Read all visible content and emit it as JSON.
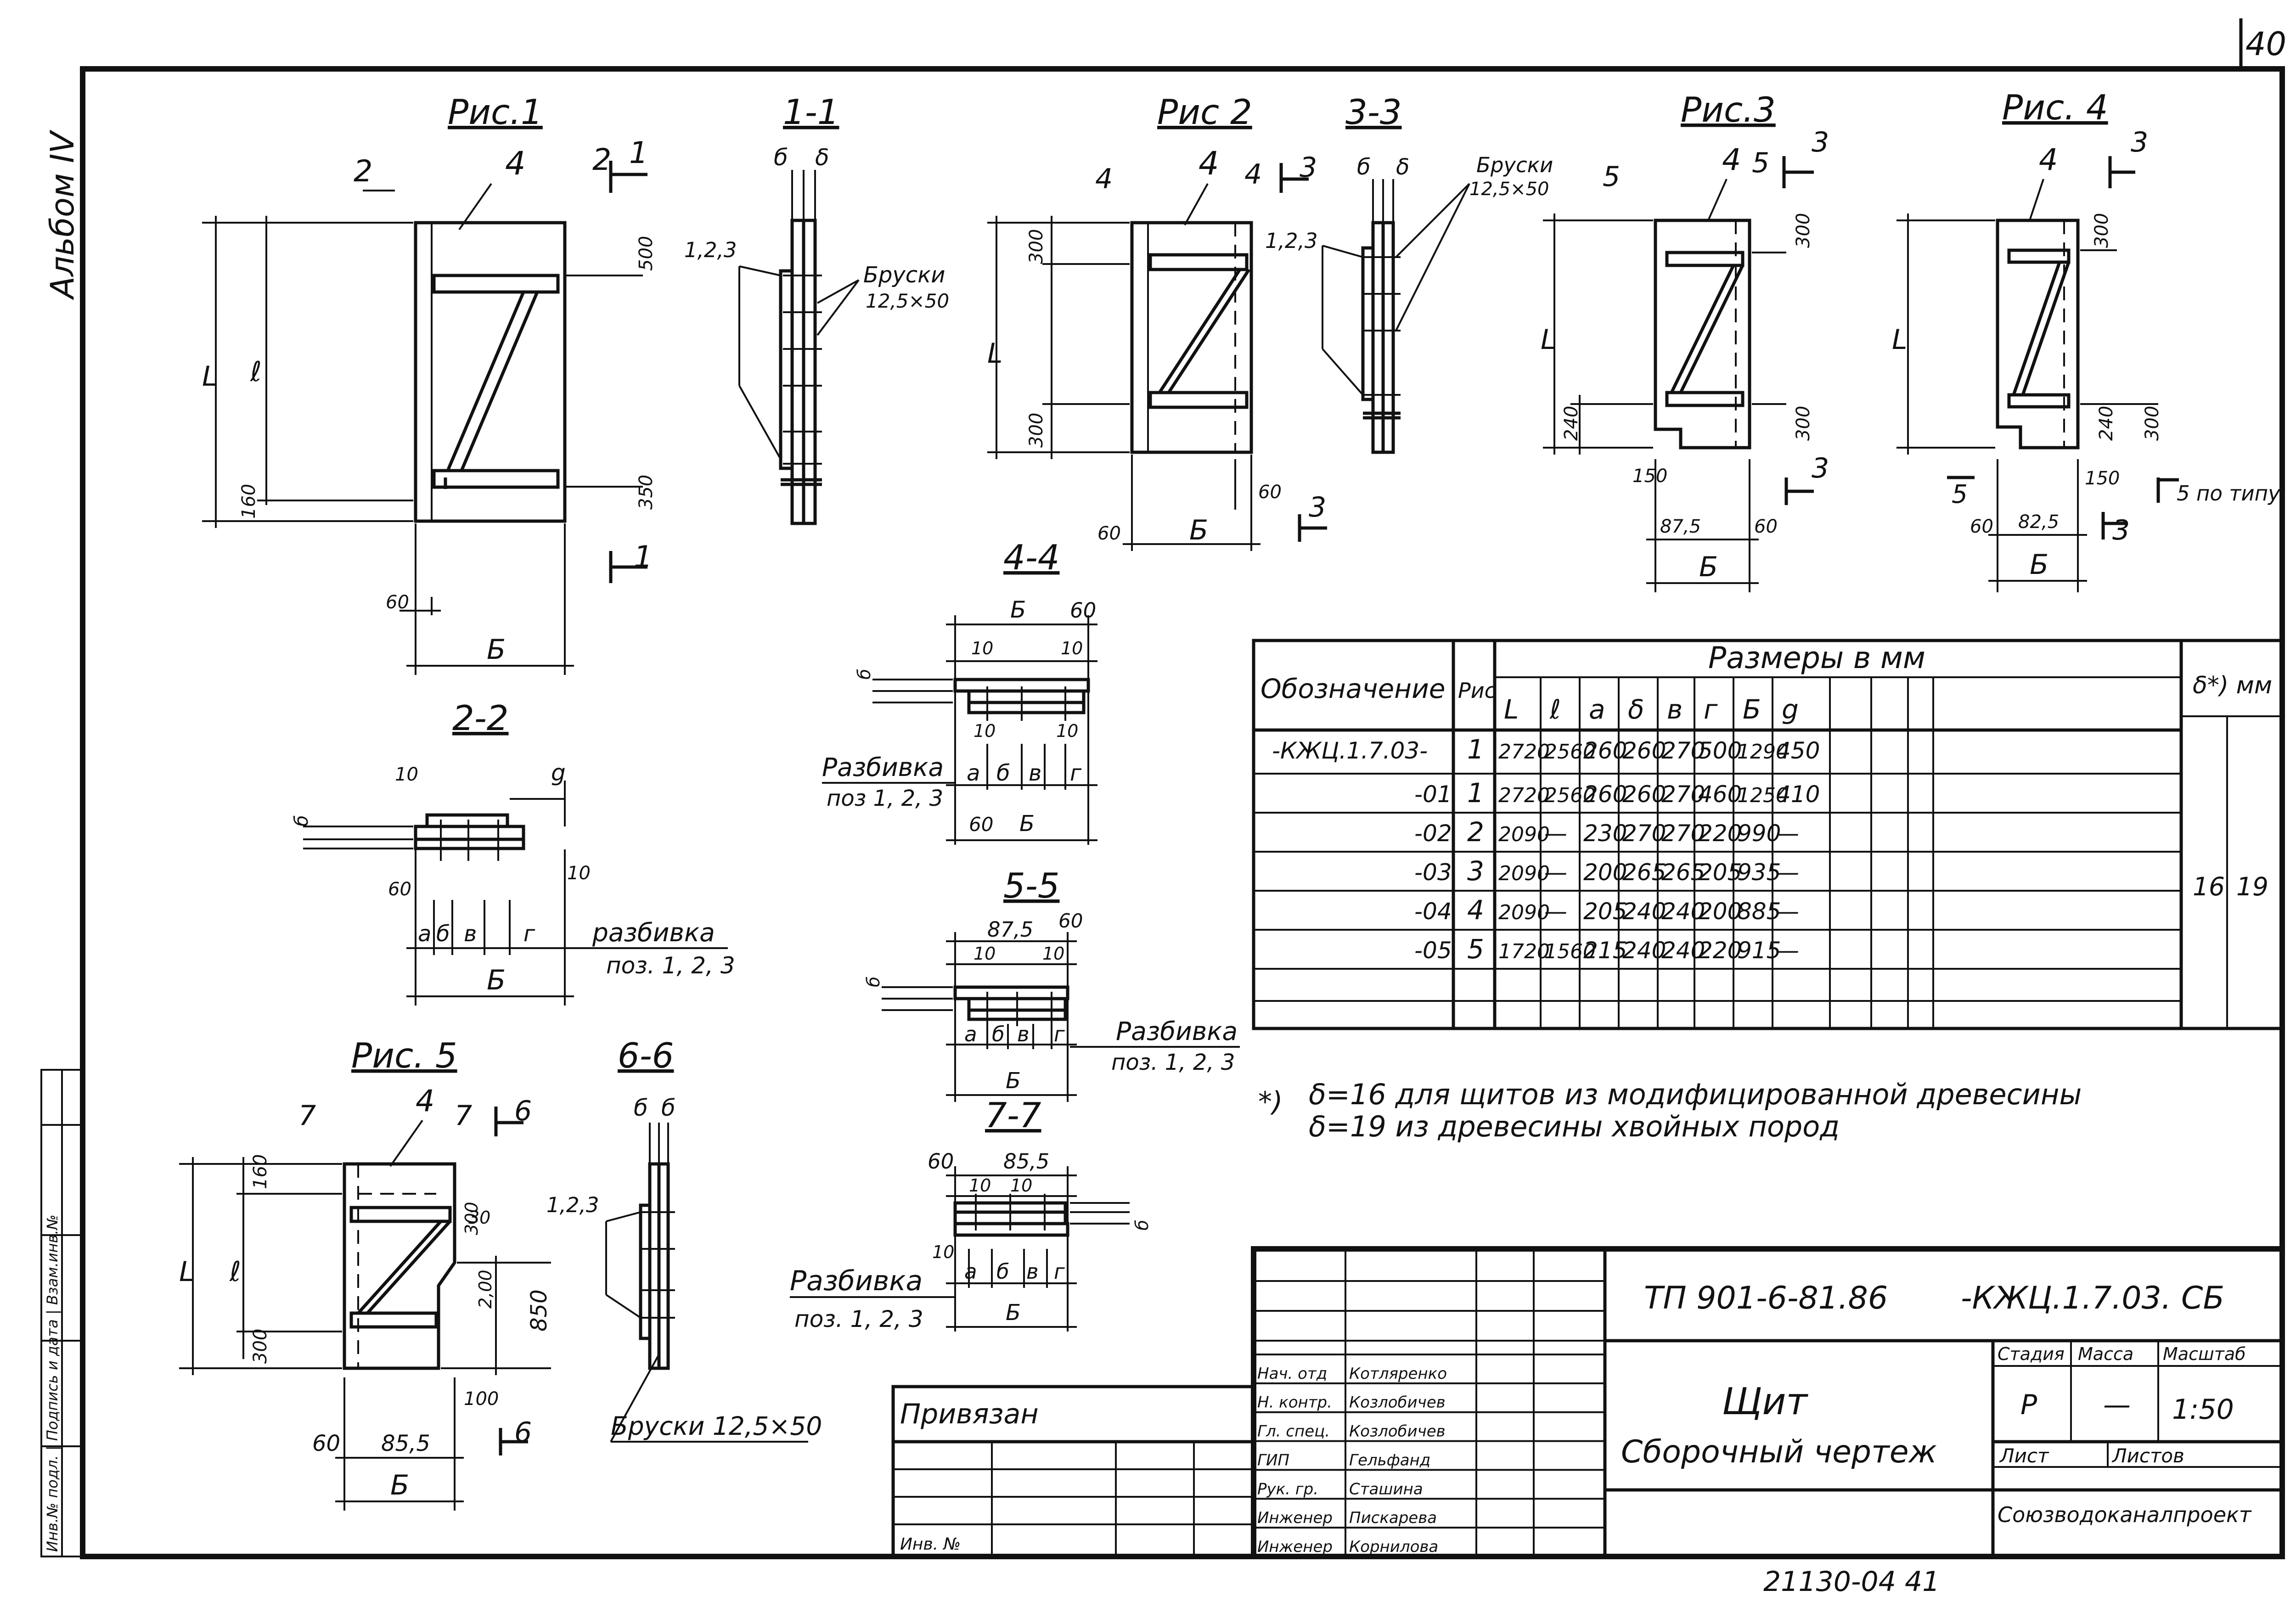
{
  "sheet": {
    "page_number": "40",
    "album": "Альбом IV",
    "bottom_code": "21130-04  41",
    "left_strip_label_1": "Инв.№ подл. | Подпись и дата | Взам.инв.№"
  },
  "views": {
    "ris1": {
      "title": "Рис.1",
      "pos4": "4",
      "sec2": "2",
      "sec1": "1"
    },
    "sec11": {
      "title": "1-1",
      "b1": "б",
      "b2": "δ",
      "ref": "1,2,3",
      "bars": "Бруски",
      "bars_size": "12,5×50"
    },
    "ris2": {
      "title": "Рис 2",
      "pos4": "4",
      "sec4": "4",
      "sec3": "3"
    },
    "sec33": {
      "title": "3-3",
      "b1": "б",
      "b2": "δ",
      "ref": "1,2,3",
      "bars": "Бруски",
      "bars_size": "12,5×50"
    },
    "ris3": {
      "title": "Рис.3",
      "pos4": "4",
      "sec5": "5",
      "sec3": "3"
    },
    "ris4": {
      "title": "Рис. 4",
      "pos4": "4",
      "sec3": "3",
      "sec5_note": "5 по типу"
    },
    "sec22": {
      "title": "2-2",
      "razb": "разбивка",
      "razb_ref": "поз. 1, 2, 3"
    },
    "sec44": {
      "title": "4-4",
      "razb": "Разбивка",
      "razb_ref": "поз 1, 2, 3"
    },
    "sec55": {
      "title": "5-5",
      "razb": "Разбивка",
      "razb_ref": "поз. 1, 2, 3"
    },
    "sec77": {
      "title": "7-7",
      "razb": "Разбивка",
      "razb_ref": "поз. 1, 2, 3"
    },
    "ris5": {
      "title": "Рис. 5",
      "pos4": "4",
      "sec7": "7",
      "sec6": "6"
    },
    "sec66": {
      "title": "6-6",
      "ref": "1,2,3",
      "bars": "Бруски 12,5×50"
    }
  },
  "dims": {
    "L": "L",
    "l": "ℓ",
    "B": "Б",
    "a": "а",
    "b": "б",
    "v": "в",
    "g": "г",
    "d": "g",
    "d160": "160",
    "d500": "500",
    "d350": "350",
    "d60": "60",
    "d300": "300",
    "d240": "240",
    "d150": "150",
    "d875": "87,5",
    "d825": "82,5",
    "d855": "85,5",
    "d10": "10",
    "d30": "30",
    "d100": "100",
    "d850": "850",
    "d200": "2,00"
  },
  "table": {
    "header_designation": "Обозначение",
    "header_ris": "Рис",
    "header_sizes": "Размеры  в мм",
    "header_delta": "δ*) мм",
    "columns": [
      "L",
      "ℓ",
      "а",
      "δ",
      "в",
      "г",
      "Б",
      "g"
    ],
    "rows": [
      {
        "code": "-КЖЦ.1.7.03-",
        "ris": "1",
        "vals": [
          "2720",
          "2560",
          "260",
          "260",
          "270",
          "500",
          "1290",
          "450"
        ]
      },
      {
        "code": "-01",
        "ris": "1",
        "vals": [
          "2720",
          "2560",
          "260",
          "260",
          "270",
          "460",
          "1250",
          "410"
        ]
      },
      {
        "code": "-02",
        "ris": "2",
        "vals": [
          "2090",
          "—",
          "230",
          "270",
          "270",
          "220",
          "990",
          "—"
        ]
      },
      {
        "code": "-03",
        "ris": "3",
        "vals": [
          "2090",
          "—",
          "200",
          "265",
          "265",
          "205",
          "935",
          "—"
        ]
      },
      {
        "code": "-04",
        "ris": "4",
        "vals": [
          "2090",
          "—",
          "205",
          "240",
          "240",
          "200",
          "885",
          "—"
        ]
      },
      {
        "code": "-05",
        "ris": "5",
        "vals": [
          "1720",
          "1560",
          "215",
          "240",
          "240",
          "220",
          "915",
          "—"
        ]
      }
    ],
    "delta_values": [
      "16",
      "19"
    ]
  },
  "notes": {
    "star": "*)",
    "line1": "δ=16  для щитов из модифицированной древесины",
    "line2": "δ=19  из древесины хвойных пород"
  },
  "stamp": {
    "doc_code": "ТП 901-6-81.86",
    "doc_code2": "-КЖЦ.1.7.03. СБ",
    "title1": "Щит",
    "title2": "Сборочный чертеж",
    "stage_label": "Стадия",
    "mass_label": "Масса",
    "scale_label": "Масштаб",
    "stage_value": "Р",
    "mass_value": "—",
    "scale_value": "1:50",
    "sheet_label": "Лист",
    "sheets_label": "Листов",
    "org": "Союзводоканалпроект",
    "roles": [
      "Нач. отд",
      "Н. контр.",
      "Гл. спец.",
      "ГИП",
      "Рук. гр.",
      "Инженер",
      "Инженер"
    ],
    "names": [
      "Котляренко",
      "Козлобичев",
      "Козлобичев",
      "Гельфанд",
      "Сташина",
      "Пискарева",
      "Корнилова"
    ],
    "privyazan": "Привязан",
    "inv": "Инв. №"
  }
}
